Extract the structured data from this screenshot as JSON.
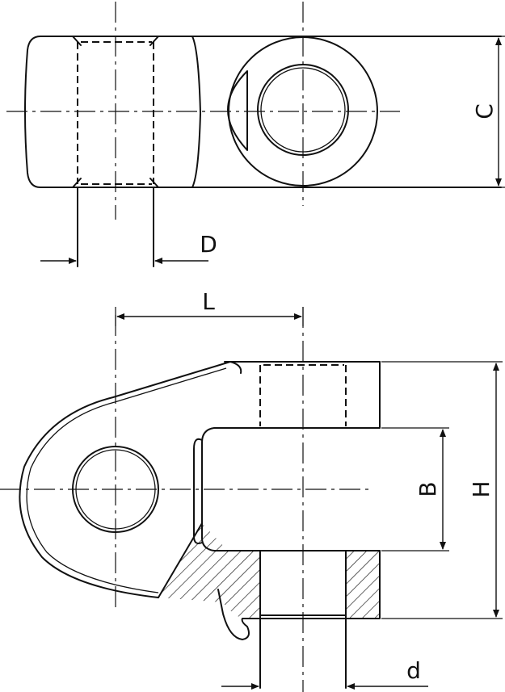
{
  "labels": {
    "C": "C",
    "D": "D",
    "L": "L",
    "B": "B",
    "H": "H",
    "d": "d"
  }
}
